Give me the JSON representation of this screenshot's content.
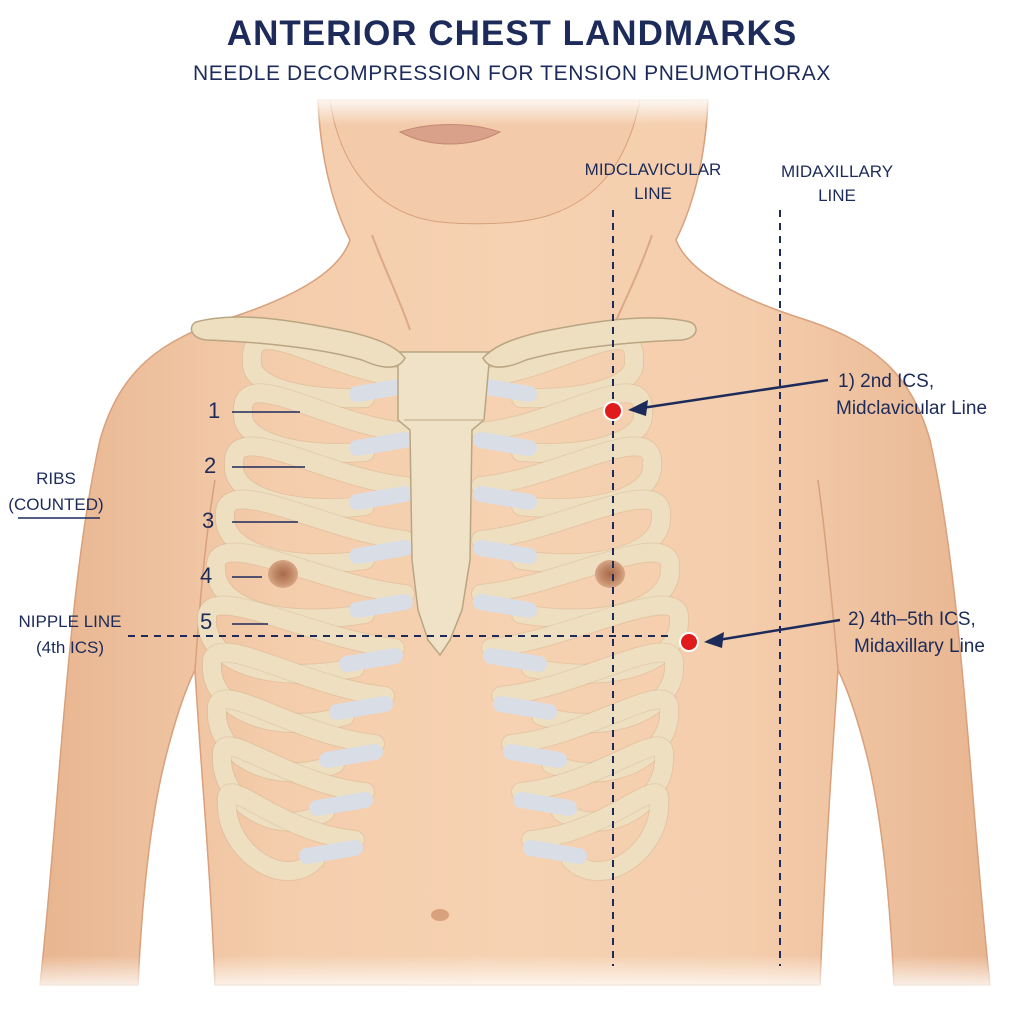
{
  "header": {
    "title": "ANTERIOR CHEST LANDMARKS",
    "subtitle": "NEEDLE DECOMPRESSION FOR TENSION PNEUMOTHORAX"
  },
  "reference_lines": [
    {
      "line1": "MIDCLAVICULAR",
      "line2": "LINE"
    },
    {
      "line1": "MIDAXILLARY",
      "line2": "LINE"
    }
  ],
  "ribs": {
    "label_line1": "RIBS",
    "label_line2": "(COUNTED)",
    "numbers": [
      "1",
      "2",
      "3",
      "4",
      "5"
    ]
  },
  "nipple_line": {
    "line1": "NIPPLE LINE",
    "line2": "(4th ICS)"
  },
  "sites": [
    {
      "line1": "1) 2nd ICS,",
      "line2": "Midclavicular Line"
    },
    {
      "line1": "2) 4th–5th ICS,",
      "line2": "Midaxillary Line"
    }
  ],
  "colors": {
    "label": "#1c2b5a",
    "skin": "#f1c7a4",
    "bone": "#efdfc1",
    "cartilage": "#d9dde6",
    "marker": "#e01b1b"
  }
}
